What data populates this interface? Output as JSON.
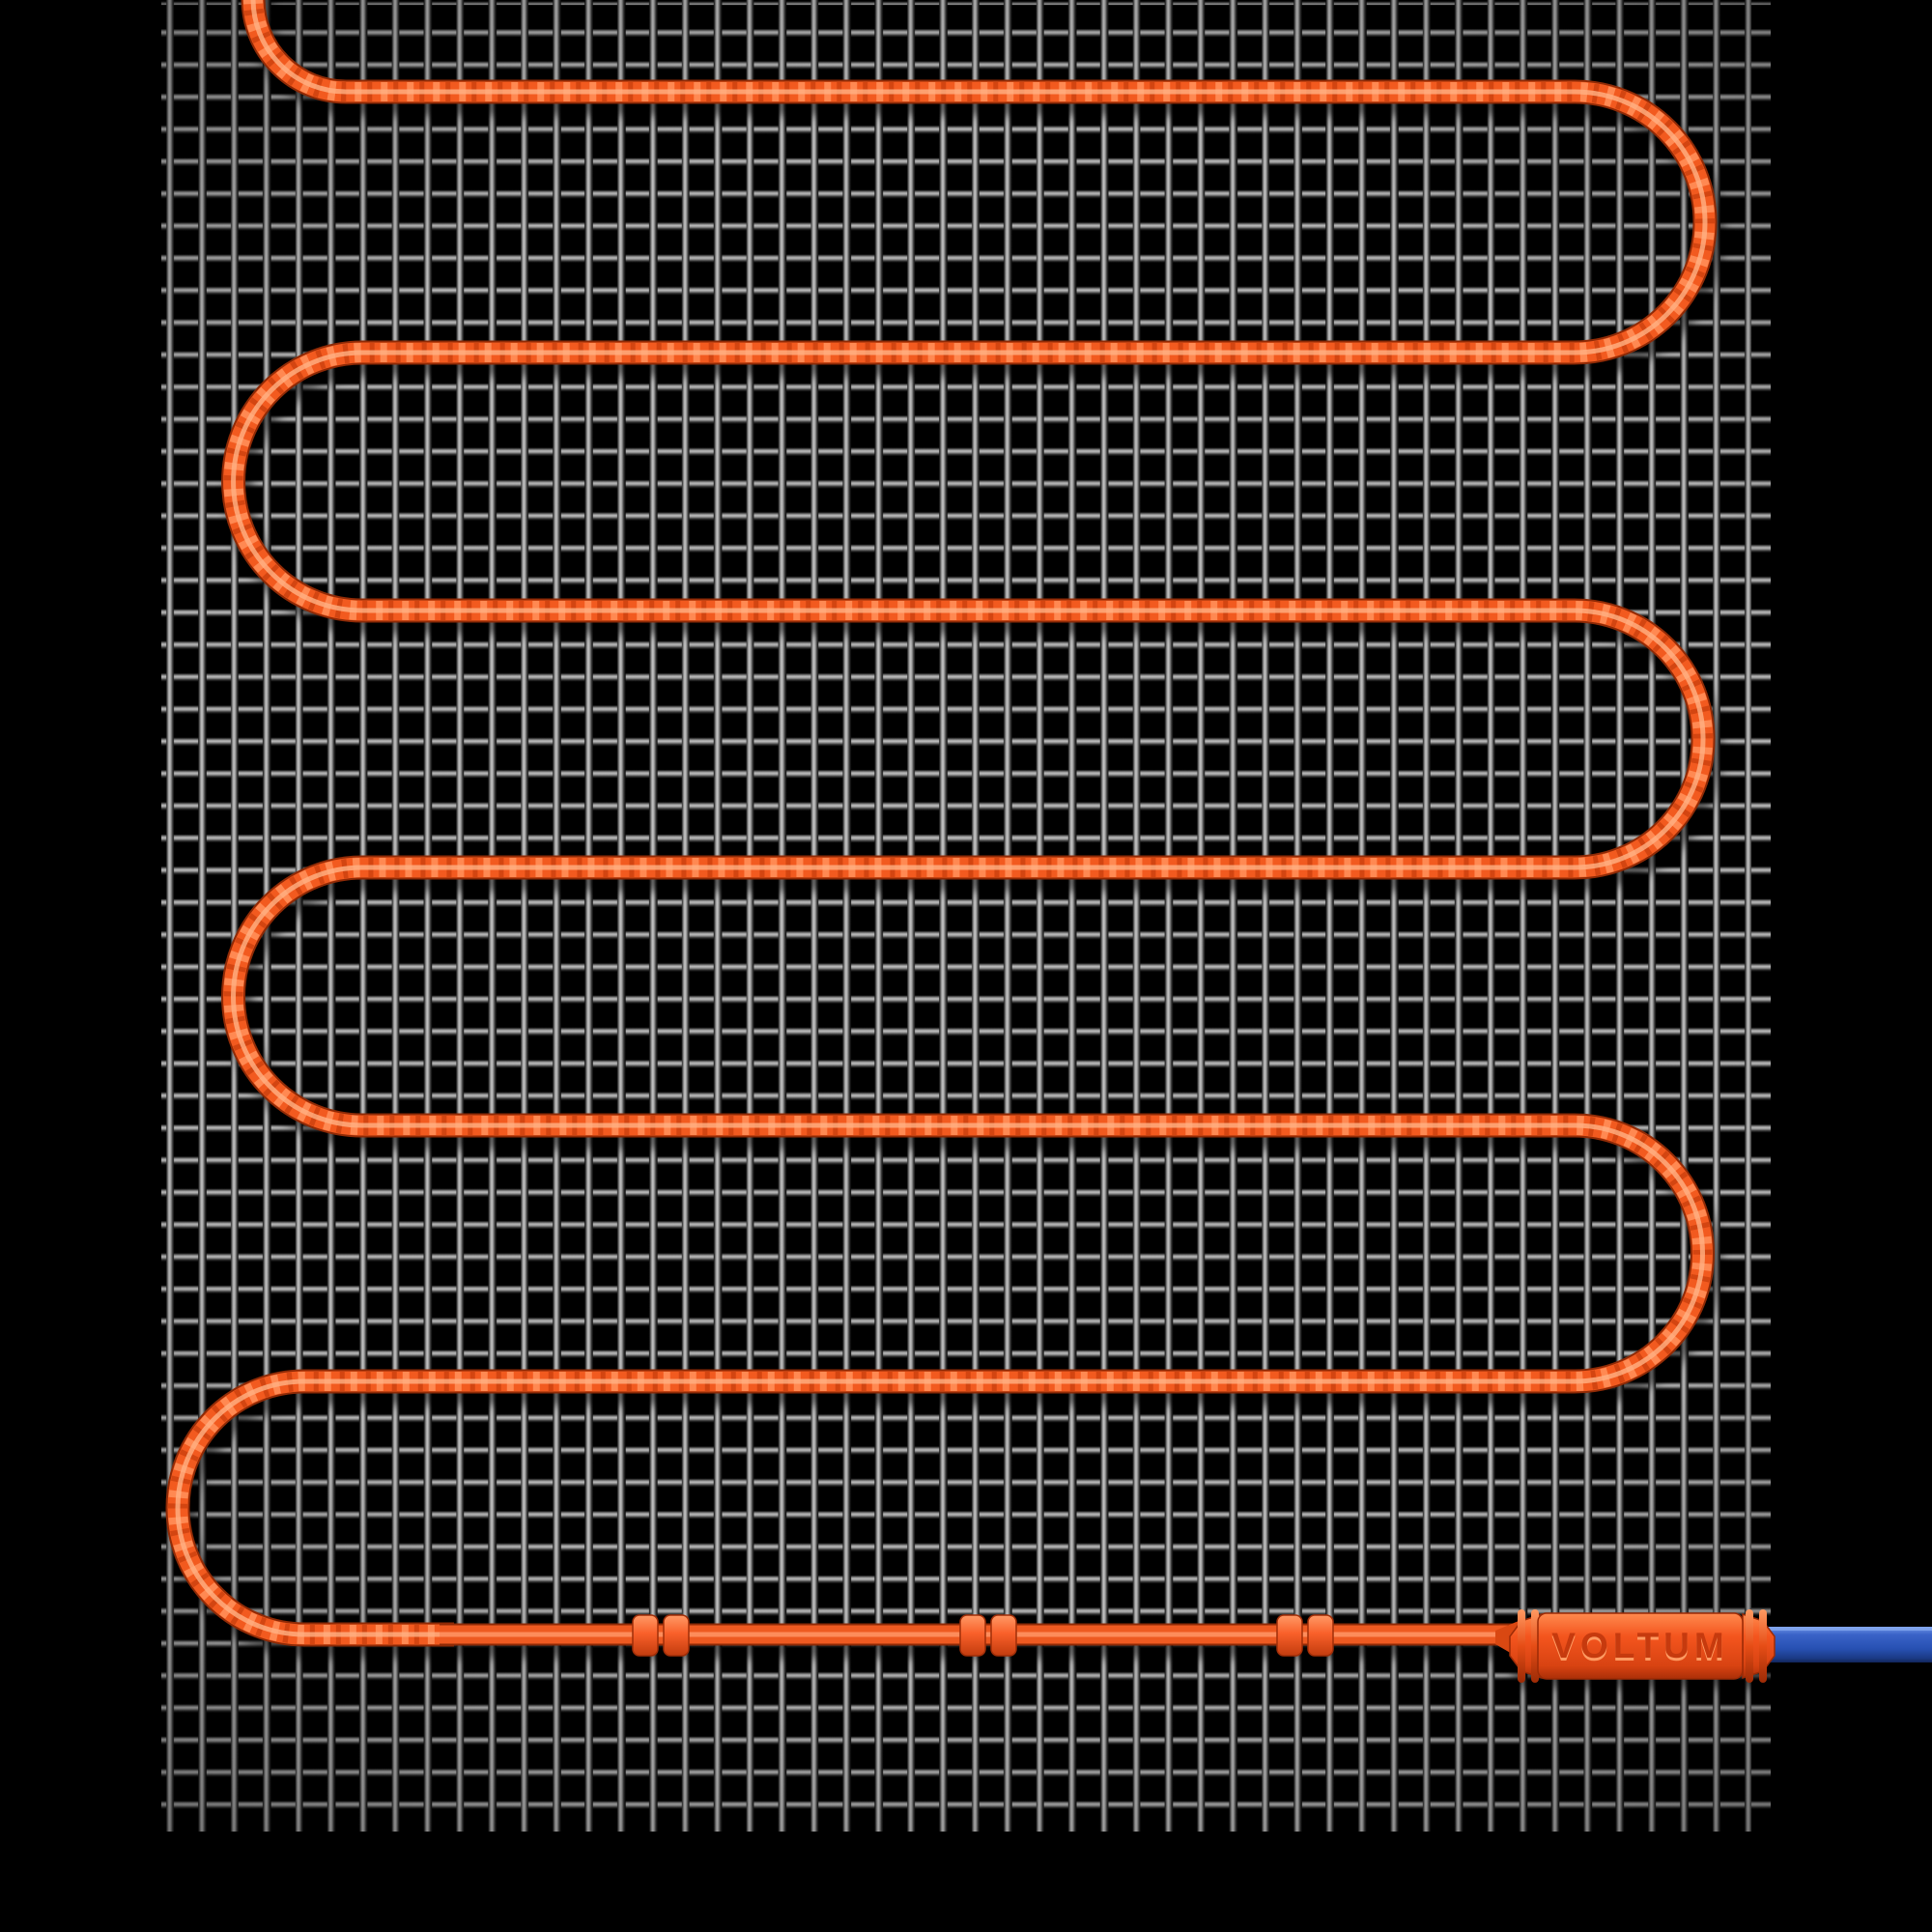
{
  "product": {
    "brand_label": "VOLTUM",
    "kind": "electric underfloor heating mat render",
    "heating_cable_runs": 7,
    "cable_clip_pairs": 3,
    "palette": {
      "background": "#000000",
      "mesh_wire_light": "#C6C6C6",
      "mesh_wire_mid": "#8E8E8E",
      "mesh_wire_dark": "#0C0C0C",
      "cable_orange": "#F25A1F",
      "cable_highlight": "#FF8C55",
      "cable_shadow": "#A83108",
      "connector_orange": "#F4551E",
      "connector_text_color": "#C63A0E",
      "lead_cable_blue": "#2B55BD"
    }
  }
}
